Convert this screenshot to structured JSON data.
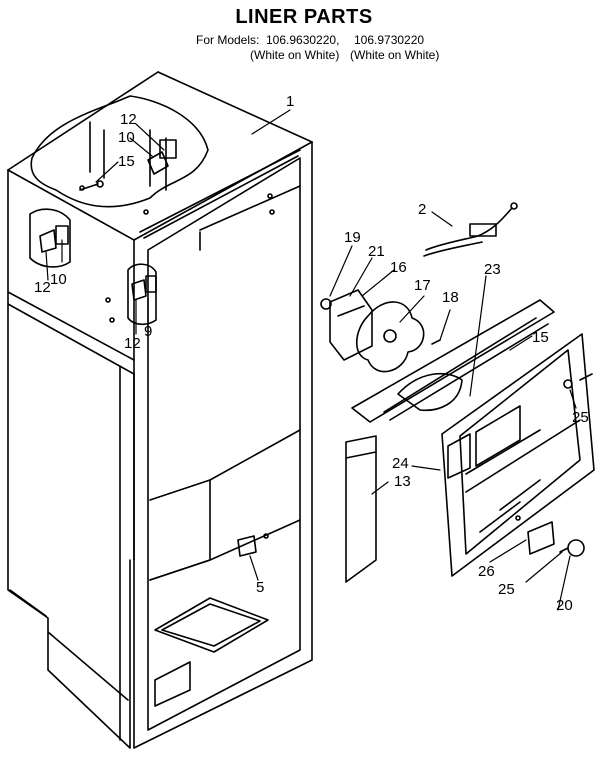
{
  "title": "LINER PARTS",
  "models": {
    "prefix": "For Models:",
    "model_1": "106.9630220,",
    "model_2": "106.9730220",
    "color_1": "(White on White)",
    "color_2": "(White on White)"
  },
  "callouts": {
    "c1": "1",
    "c2": "2",
    "c5": "5",
    "c9": "9",
    "c10a": "10",
    "c10b": "10",
    "c12a": "12",
    "c12b": "12",
    "c12c": "12",
    "c13": "13",
    "c15a": "15",
    "c15b": "15",
    "c16": "16",
    "c17": "17",
    "c18": "18",
    "c19": "19",
    "c20": "20",
    "c21": "21",
    "c23": "23",
    "c24": "24",
    "c25a": "25",
    "c25b": "25",
    "c26": "26"
  }
}
